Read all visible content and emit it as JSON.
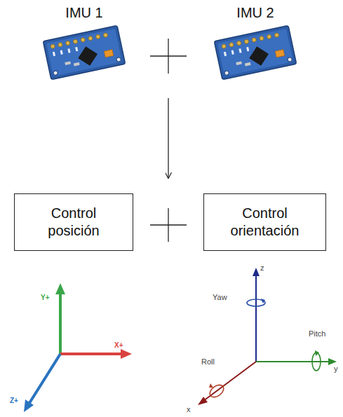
{
  "diagram": {
    "nodes": [
      {
        "text": [
          "IMU 1"
        ]
      },
      {
        "text": [
          "IMU 2"
        ]
      },
      {
        "text": [
          "Control posición"
        ]
      },
      {
        "text": [
          "Control orientación"
        ]
      }
    ],
    "labels": [
      "Y+",
      "X+",
      "Z+",
      "z",
      "Yaw",
      "Pitch",
      "Roll",
      "x",
      "y"
    ]
  }
}
